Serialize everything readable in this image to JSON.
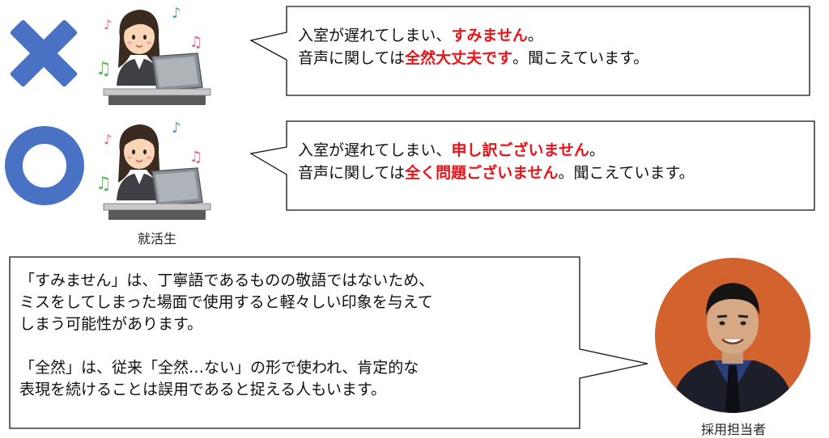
{
  "row_bad": {
    "mark": "cross-mark",
    "mark_color": "#4a72c4",
    "line1_a": "入室が遅れてしまい、",
    "line1_em": "すみません",
    "line1_b": "。",
    "line2_a": "音声に関しては",
    "line2_em": "全然大丈夫です",
    "line2_b": "。聞こえています。"
  },
  "row_good": {
    "mark": "circle-mark",
    "mark_color": "#4a72c4",
    "line1_a": "入室が遅れてしまい、",
    "line1_em": "申し訳ございません",
    "line1_b": "。",
    "line2_a": "音声に関しては",
    "line2_em": "全く問題ございません",
    "line2_b": "。聞こえています。"
  },
  "student_label": "就活生",
  "recruiter_label": "採用担当者",
  "explanation": {
    "p1_line1": "「すみません」は、丁寧語であるものの敬語ではないため、",
    "p1_line2": "ミスをしてしまった場面で使用すると軽々しい印象を与えて",
    "p1_line3": "しまう可能性があります。",
    "p2_line1": "「全然」は、従来「全然…ない」の形で使われ、肯定的な",
    "p2_line2": "表現を続けることは誤用であると捉える人もいます。"
  },
  "colors": {
    "accent_red": "#e8141a",
    "mark_blue": "#4a72c4",
    "avatar_bg": "#d2622e"
  }
}
